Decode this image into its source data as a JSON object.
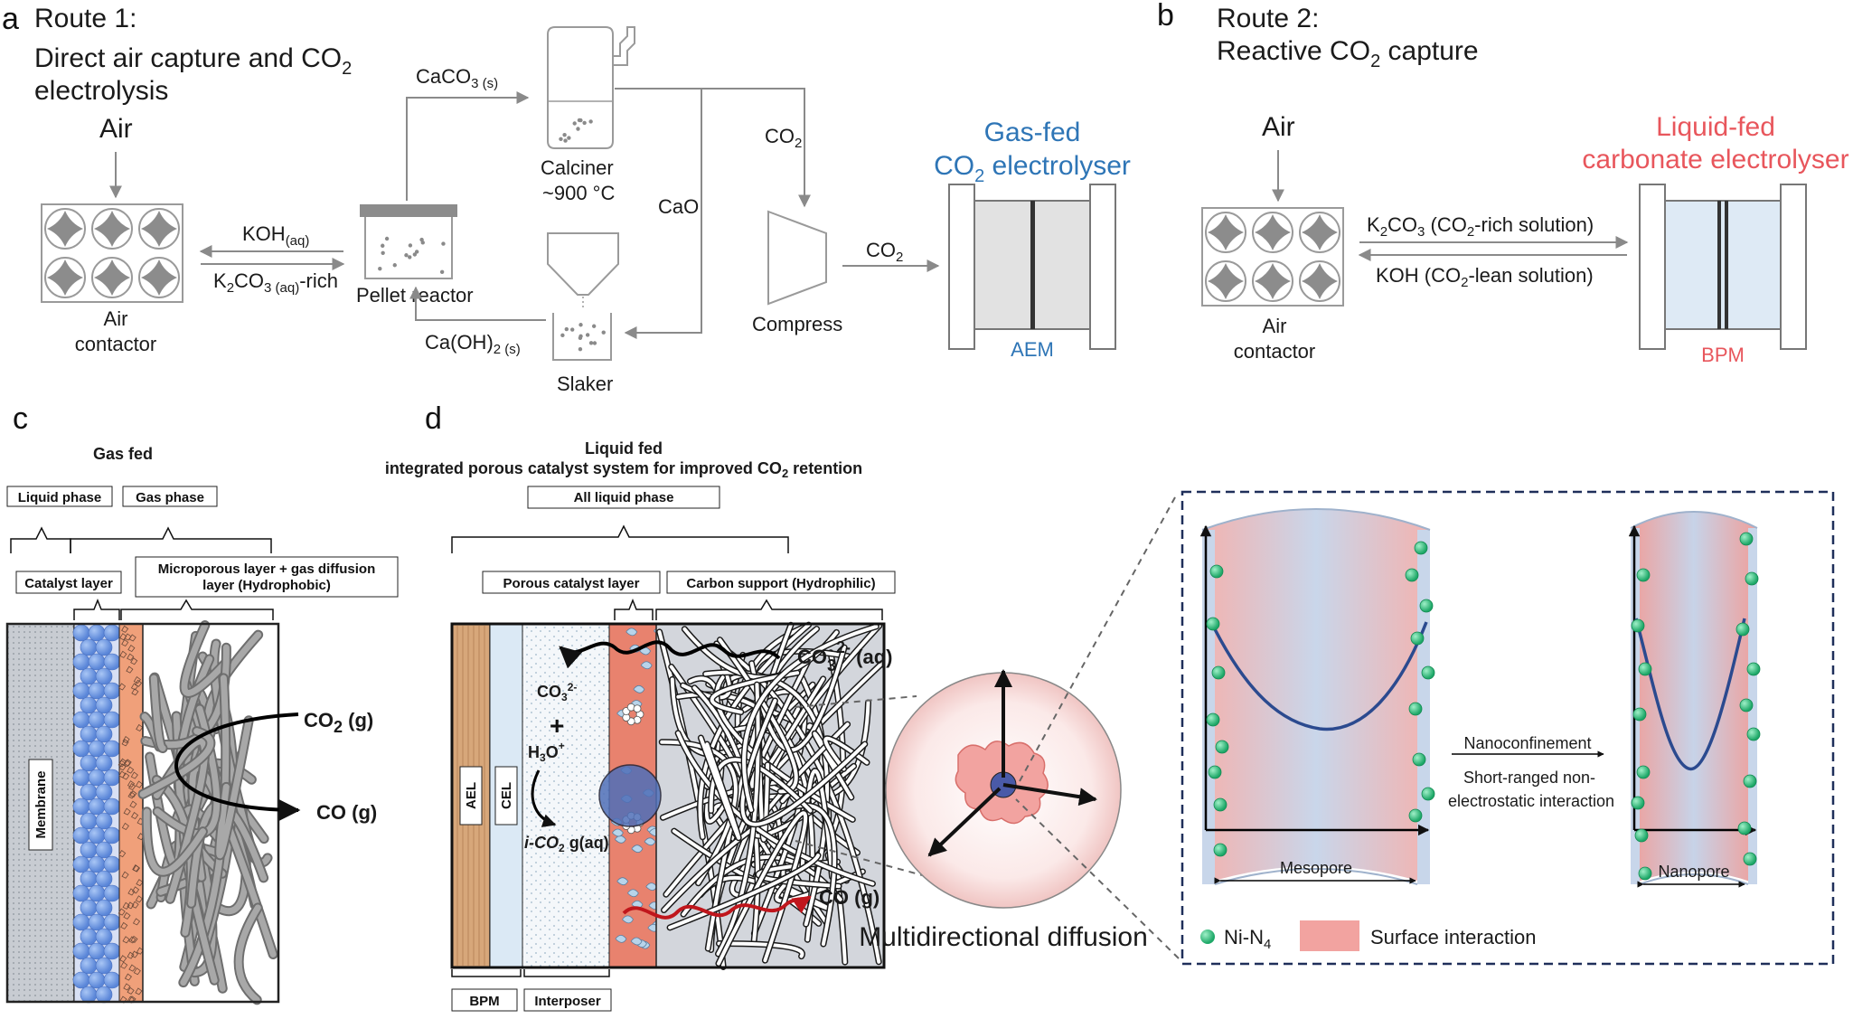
{
  "panels": {
    "a": {
      "letter": "a",
      "route_title": "Route 1:",
      "route_subtitle_1": "Direct air capture and CO",
      "route_subtitle_sub": "2",
      "route_subtitle_2": "electrolysis",
      "air": "Air",
      "air_contactor_1": "Air",
      "air_contactor_2": "contactor",
      "koh": "KOH",
      "koh_sub": "(aq)",
      "k2co3_pre": "K",
      "k2co3_sub1": "2",
      "k2co3_mid": "CO",
      "k2co3_sub2": "3 (aq)",
      "k2co3_post": "-rich",
      "pellet_reactor": "Pellet reactor",
      "caco3_pre": "CaCO",
      "caco3_sub": "3 (s)",
      "calciner": "Calciner",
      "calciner_temp": "~900 °C",
      "cao": "CaO",
      "caoh2_pre": "Ca(OH)",
      "caoh2_sub": "2 (s)",
      "slaker": "Slaker",
      "co2_a": "CO",
      "co2_a_sub": "2",
      "co2_b": "CO",
      "co2_b_sub": "2",
      "compress": "Compress",
      "electrolyser_1": "Gas-fed",
      "electrolyser_2": "CO",
      "electrolyser_2_sub": "2",
      "electrolyser_2_post": " electrolyser",
      "aem": "AEM"
    },
    "b": {
      "letter": "b",
      "route_title": "Route 2:",
      "route_subtitle": "Reactive CO",
      "route_subtitle_sub": "2",
      "route_subtitle_post": " capture",
      "air": "Air",
      "air_contactor_1": "Air",
      "air_contactor_2": "contactor",
      "rich_pre": "K",
      "rich_sub1": "2",
      "rich_mid": "CO",
      "rich_sub2": "3",
      "rich_post": " (CO",
      "rich_sub3": "2",
      "rich_end": "-rich solution)",
      "lean_pre": "KOH (CO",
      "lean_sub": "2",
      "lean_post": "-lean solution)",
      "electrolyser_1": "Liquid-fed",
      "electrolyser_2": "carbonate electrolyser",
      "bpm": "BPM"
    },
    "c": {
      "letter": "c",
      "title": "Gas fed",
      "liquid_phase": "Liquid phase",
      "gas_phase": "Gas phase",
      "catalyst_layer": "Catalyst layer",
      "mpl_1": "Microporous layer + gas diffusion",
      "mpl_2": "layer (Hydrophobic)",
      "membrane": "Membrane",
      "co2g": "CO",
      "co2g_sub": "2",
      "co2g_post": " (g)",
      "cog": "CO (g)"
    },
    "d": {
      "letter": "d",
      "title_1": "Liquid fed",
      "title_2": "integrated porous catalyst system for improved CO",
      "title_2_sub": "2",
      "title_2_post": " retention",
      "all_liquid": "All liquid phase",
      "porous_catalyst": "Porous catalyst layer",
      "carbon_support": "Carbon support (Hydrophilic)",
      "ael": "AEL",
      "cel": "CEL",
      "co3": "CO",
      "co3_sub": "3",
      "co3_sup": "2-",
      "plus": "+",
      "h3o": "H",
      "h3o_sub": "3",
      "h3o_post": "O",
      "h3o_sup": "+",
      "ico2": "i-CO",
      "ico2_sub": "2",
      "ico2_post": " g(aq)",
      "co3aq": "CO",
      "co3aq_sub": "3",
      "co3aq_sup": "2-",
      "co3aq_post": " (aq)",
      "cog": "CO (g)",
      "bpm": "BPM",
      "interposer": "Interposer",
      "multidirectional": "Multidirectional diffusion",
      "mesopore": "Mesopore",
      "nanopore": "Nanopore",
      "nanoconfinement": "Nanoconfinement",
      "short_range_1": "Short-ranged non-",
      "short_range_2": "electrostatic interaction",
      "legend_ni": "Ni-N",
      "legend_ni_sub": "4",
      "legend_surface": "Surface interaction"
    }
  },
  "colors": {
    "arrow": "#8a8a8a",
    "blue_text": "#2e75b6",
    "red_text": "#e8565c",
    "electrolyser_gray": "#e0e0e0",
    "electrolyser_blue": "#deeaf5",
    "sphere": "#6fa0e8",
    "orange_layer": "#f0a07a",
    "ni_dot": "#2ec27e",
    "pore_curve": "#2b4a8f",
    "dashed_box": "#1f2f5a"
  }
}
